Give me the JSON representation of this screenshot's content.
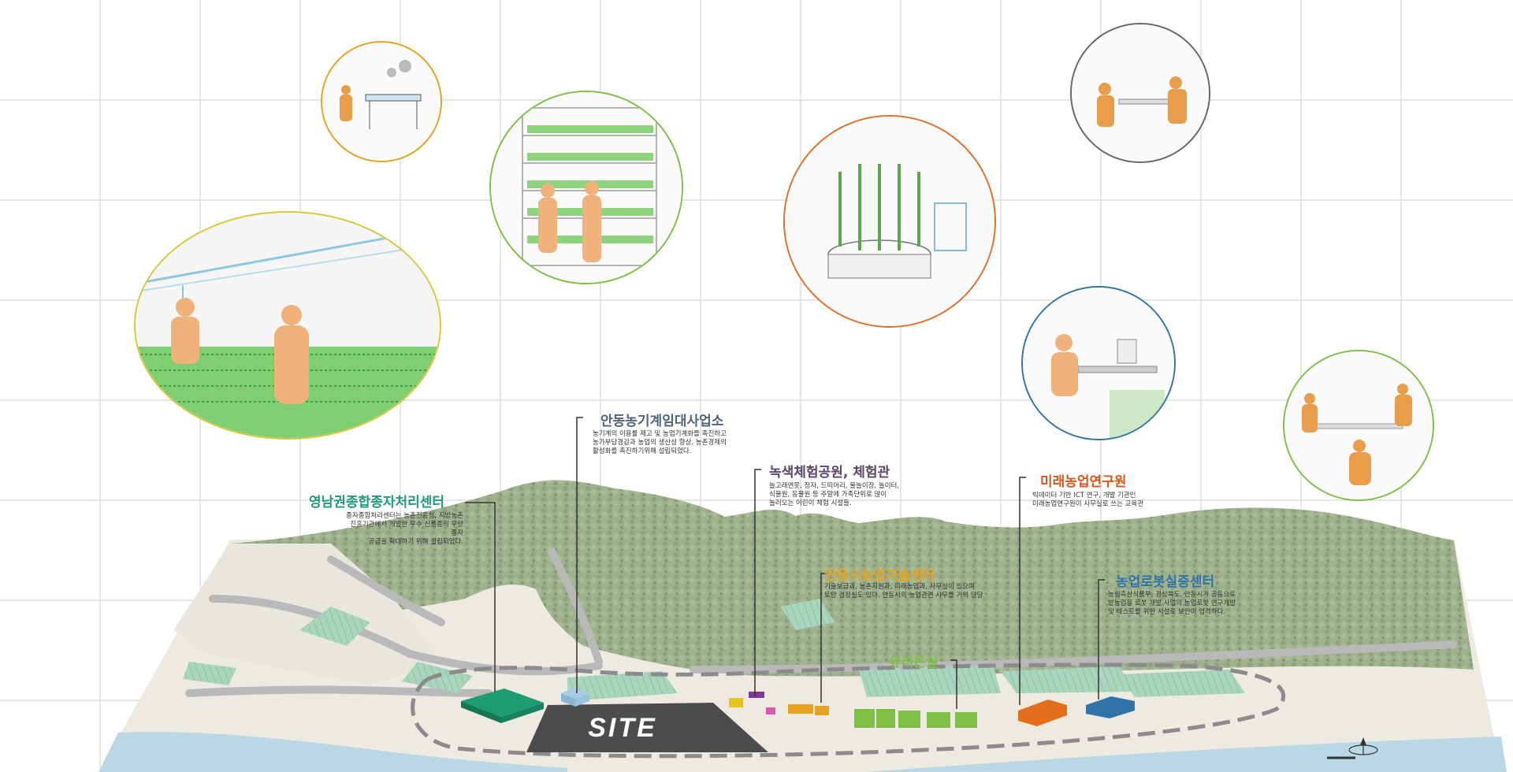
{
  "site_label": "SITE",
  "colors": {
    "grid": "#d4d4d4",
    "green_label": "#1e9b78",
    "slate_label": "#4d6479",
    "purple_label": "#5d4469",
    "orange_label": "#e6a321",
    "red_label": "#d7561d",
    "blue_label": "#2f73a8",
    "light_green_label": "#7ebf45"
  },
  "facilities": [
    {
      "title": "영남권종합종자처리센터",
      "desc": [
        "종자종합처리센터는 농촌진흥청, 지방농촌",
        "진흥기관에서 개발한 우수 신품종의 우량 종자",
        "공급을 확대하기 위해 설립되었다."
      ]
    },
    {
      "title": "안동농기계임대사업소",
      "desc": [
        "농기계의 이용률 제고 및 농업기계화를 촉진하고",
        "농가부담경감과 농업의 생산성 향상, 농촌경제의",
        "활성화를 촉진하기위해 설립되었다."
      ]
    },
    {
      "title": "녹색체험공원, 체험관",
      "desc": [
        "놀고래연못, 정자, 드띠어리, 물놀이장, 놀이터,",
        "식물원, 동물원 등 주말에 가족단위로 많이",
        "놀러오는 어린이 체험 시설들."
      ]
    },
    {
      "title": "미래농업연구원",
      "desc": [
        "빅데이터 기반 ICT 연구, 개발 기관인",
        "미래농업연구원이 사무실로 쓰는 교육관"
      ]
    },
    {
      "title": "안동시농업기술센터",
      "desc": [
        "기술보급과, 농촌지원과, 미래농업과, 사무실이 있으며",
        "토양 검정실도 있다. 안동시의 농업관련 사무를 거의 담당"
      ]
    },
    {
      "title": "농업로봇실증센터",
      "desc": [
        "농림축산식품부, 경상북도, 안동시가 공동으로",
        "밭농업용 로봇 개발 사업의 농업로봇 연구개발",
        "및 테스트를 위한 시설로 보안이 엄격하다."
      ]
    },
    {
      "title": "유리온실",
      "desc": []
    }
  ]
}
